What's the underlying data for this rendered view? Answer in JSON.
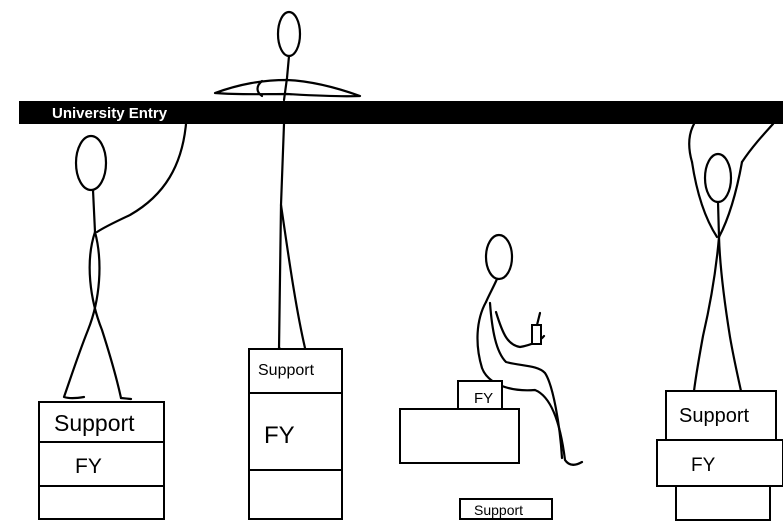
{
  "banner": {
    "label": "University Entry"
  },
  "figures": [
    {
      "name": "person-left",
      "box_labels": [
        "Support",
        "FY",
        ""
      ]
    },
    {
      "name": "person-center-tall",
      "box_labels": [
        "Support",
        "FY",
        ""
      ]
    },
    {
      "name": "person-seated",
      "box_labels": [
        "FY",
        "",
        "Support"
      ]
    },
    {
      "name": "person-right",
      "box_labels": [
        "Support",
        "FY"
      ]
    }
  ],
  "colors": {
    "ink": "#000000",
    "background": "#ffffff"
  }
}
